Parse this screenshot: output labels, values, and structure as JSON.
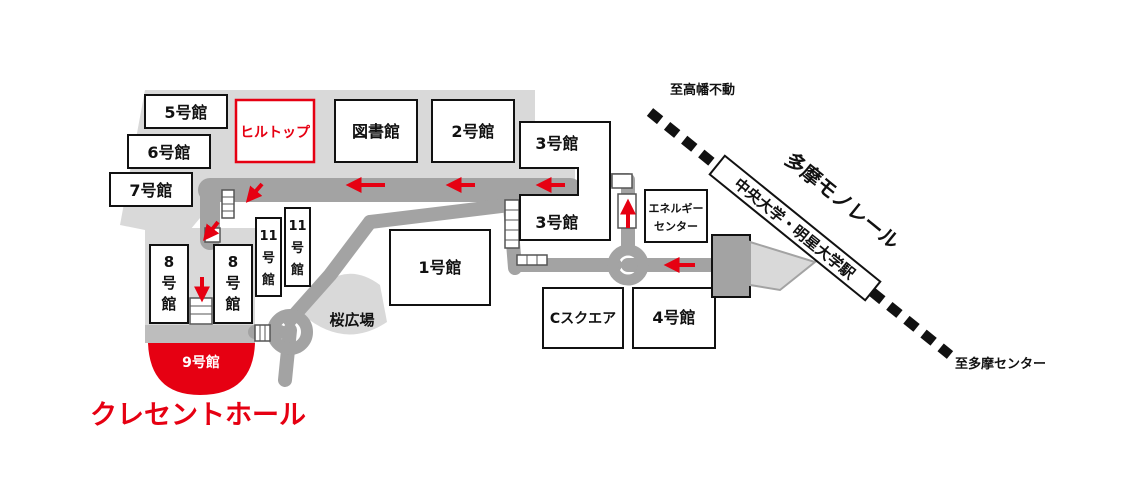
{
  "buildings": {
    "b5": "5号館",
    "b6": "6号館",
    "b7": "7号館",
    "hilltop": "ヒルトップ",
    "library": "図書館",
    "b2": "2号館",
    "b3_upper": "3号館",
    "b3_lower": "3号館",
    "b1": "1号館",
    "b8_left": [
      "8",
      "号",
      "館"
    ],
    "b8_right": [
      "8",
      "号",
      "館"
    ],
    "b11_left": [
      "11",
      "号",
      "館"
    ],
    "b11_right": [
      "11",
      "号",
      "館"
    ],
    "b9": "9号館",
    "energy_center": [
      "エネルギー",
      "センター"
    ],
    "c_square": "Cスクエア",
    "b4": "4号館"
  },
  "places": {
    "sakura_plaza": "桜広場",
    "crescent_hall": "クレセントホール"
  },
  "railway": {
    "name": "多摩モノレール",
    "station": "中央大学・明星大学駅",
    "to_north": "至高幡不動",
    "to_south": "至多摩センター"
  },
  "colors": {
    "accent_red": "#e60012",
    "road_gray": "#a3a3a3",
    "area_gray": "#d9d9d9",
    "building_border": "#111111"
  }
}
